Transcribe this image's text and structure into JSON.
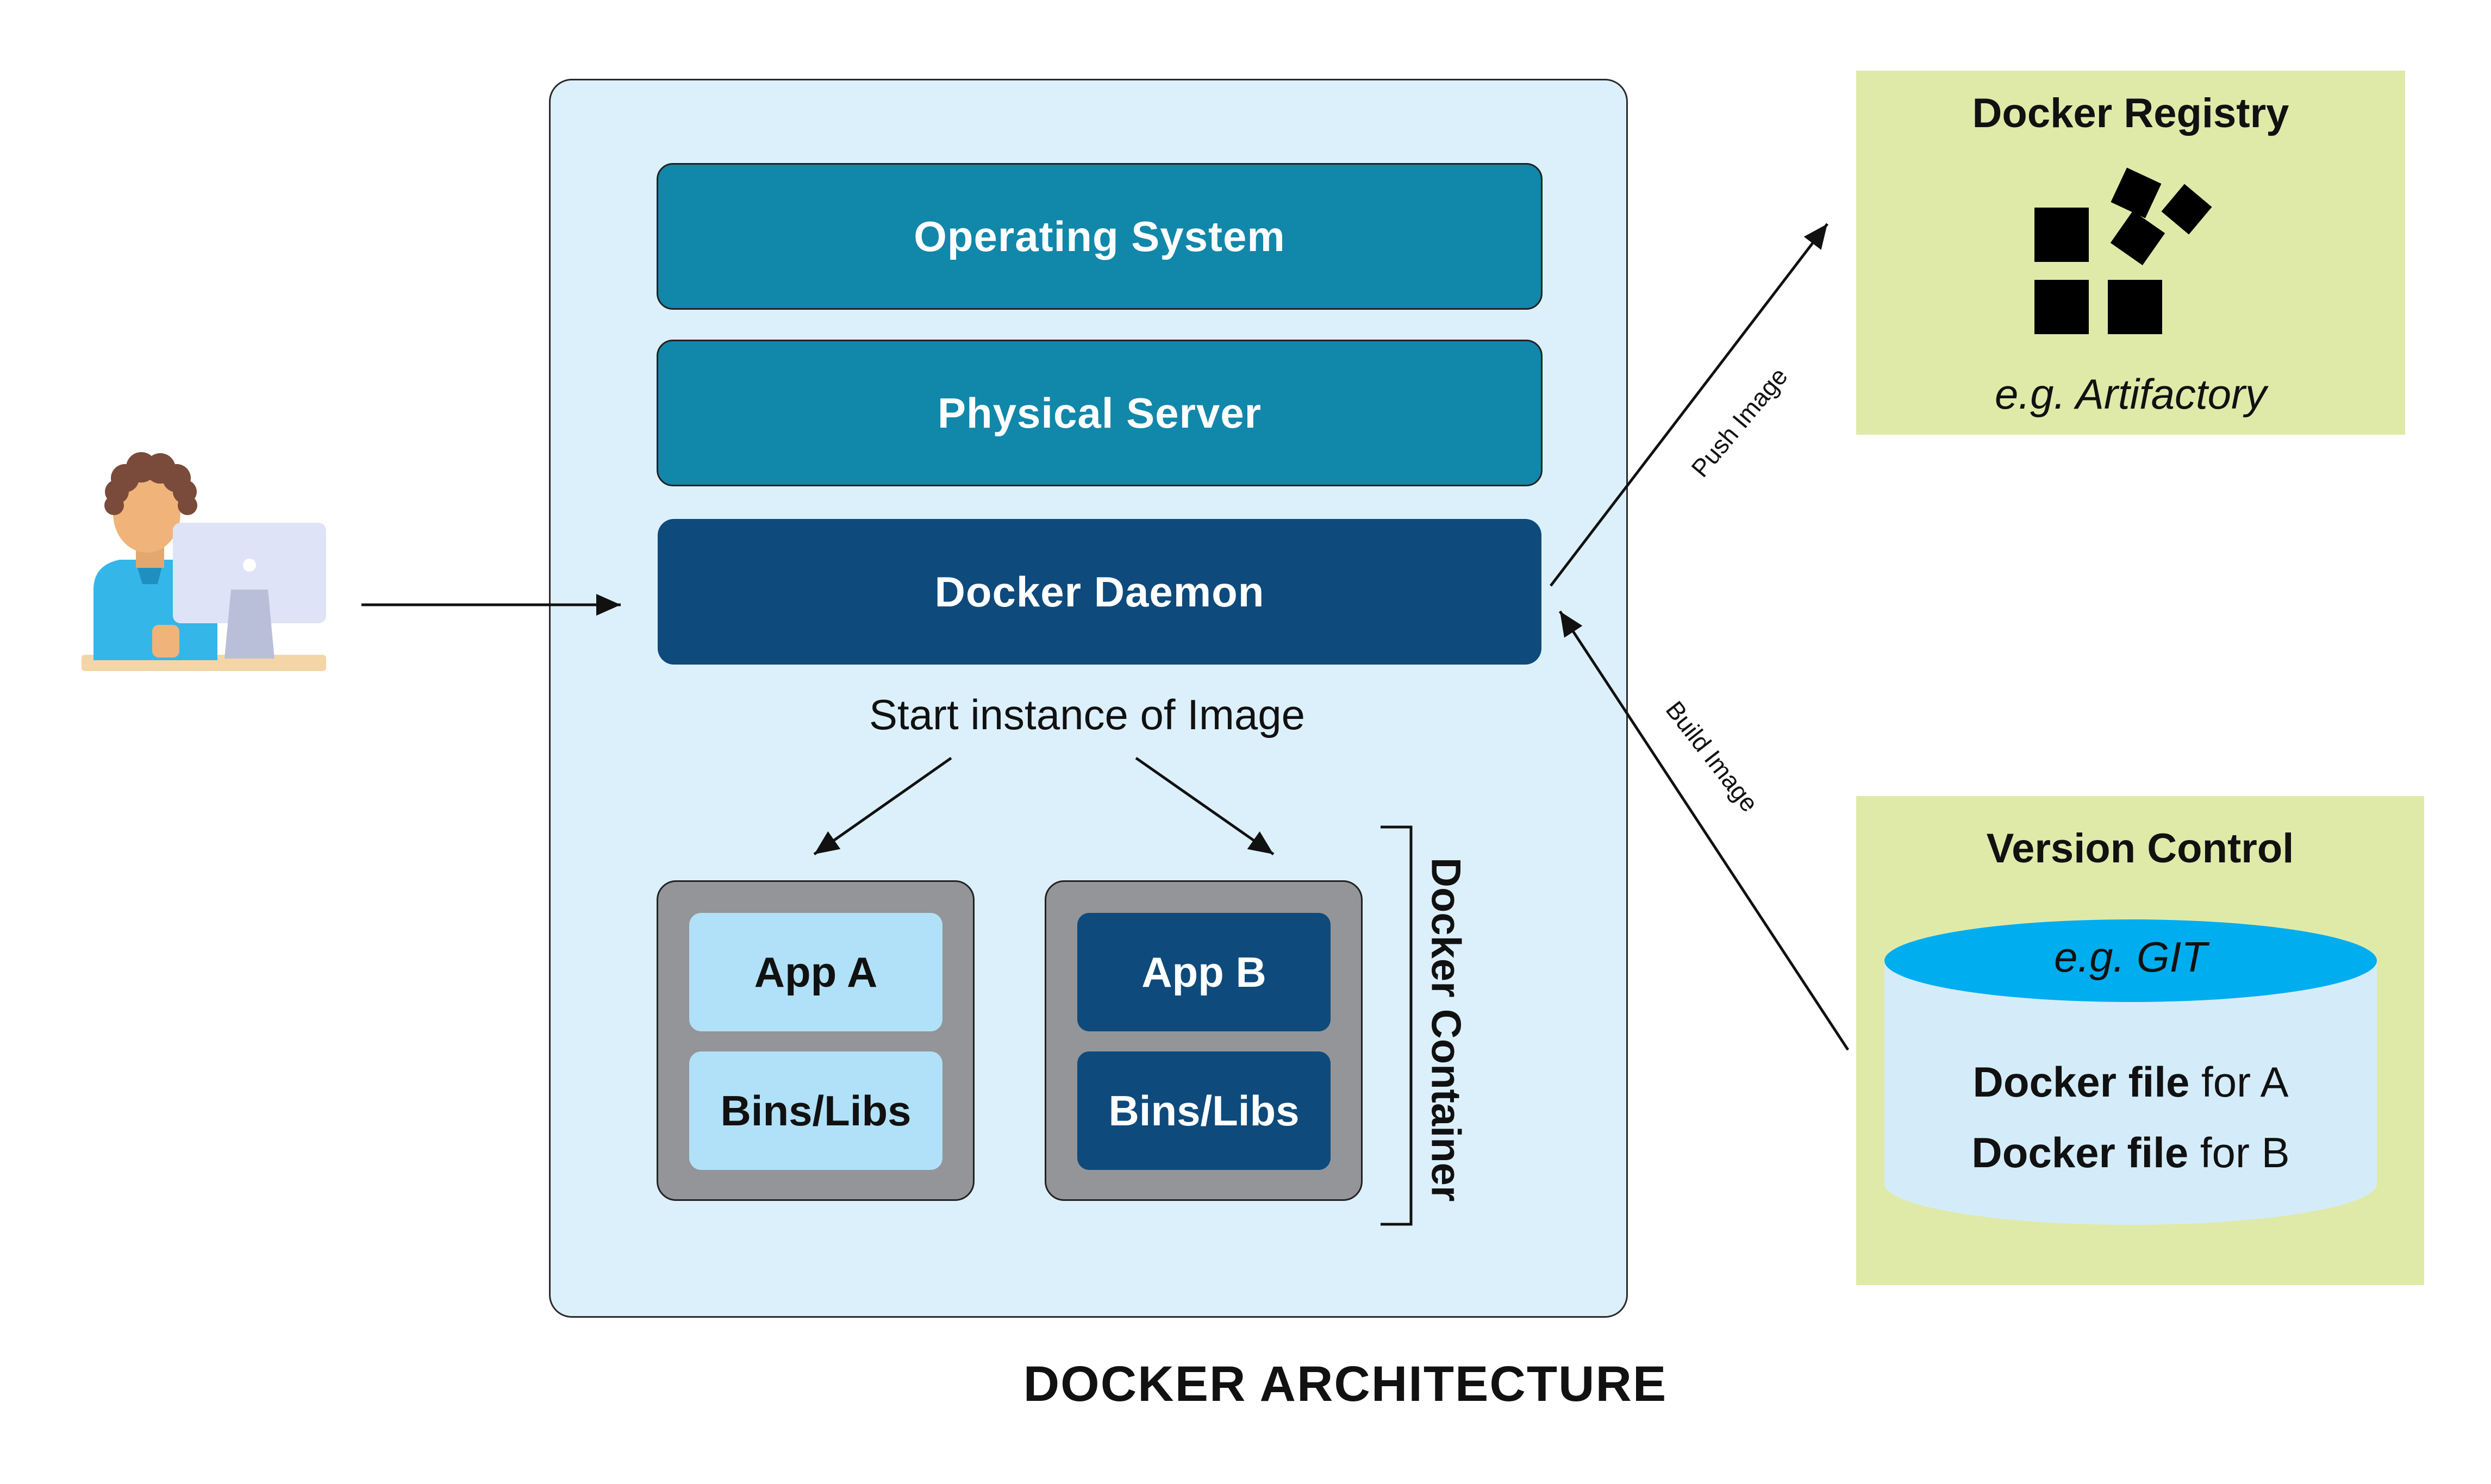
{
  "host": {
    "layers": {
      "os": "Operating System",
      "server": "Physical Server",
      "daemon": "Docker Daemon"
    },
    "start_label": "Start instance of Image",
    "containers": {
      "a": {
        "app": "App A",
        "bins": "Bins/Libs"
      },
      "b": {
        "app": "App B",
        "bins": "Bins/Libs"
      }
    },
    "container_label": "Docker Container"
  },
  "registry": {
    "title": "Docker Registry",
    "example": "e.g. Artifactory",
    "icon": "boxes-icon"
  },
  "vcs": {
    "title": "Version Control",
    "example": "e.g. GIT",
    "files": [
      {
        "bold": "Docker file",
        "rest": " for A"
      },
      {
        "bold": "Docker file",
        "rest": " for B"
      }
    ]
  },
  "edges": {
    "push": "Push Image",
    "build": "Build Image"
  },
  "footer": {
    "title": "DOCKER ARCHITECTURE"
  },
  "colors": {
    "host_bg": "#dcf0fc",
    "layer_teal": "#1187aa",
    "daemon_navy": "#0e4a7c",
    "container_gray": "#939598",
    "app_light": "#b1e1f8",
    "panel_green": "#dfeaa9",
    "db_cyan": "#00adef",
    "db_body": "#d4ecf9"
  }
}
